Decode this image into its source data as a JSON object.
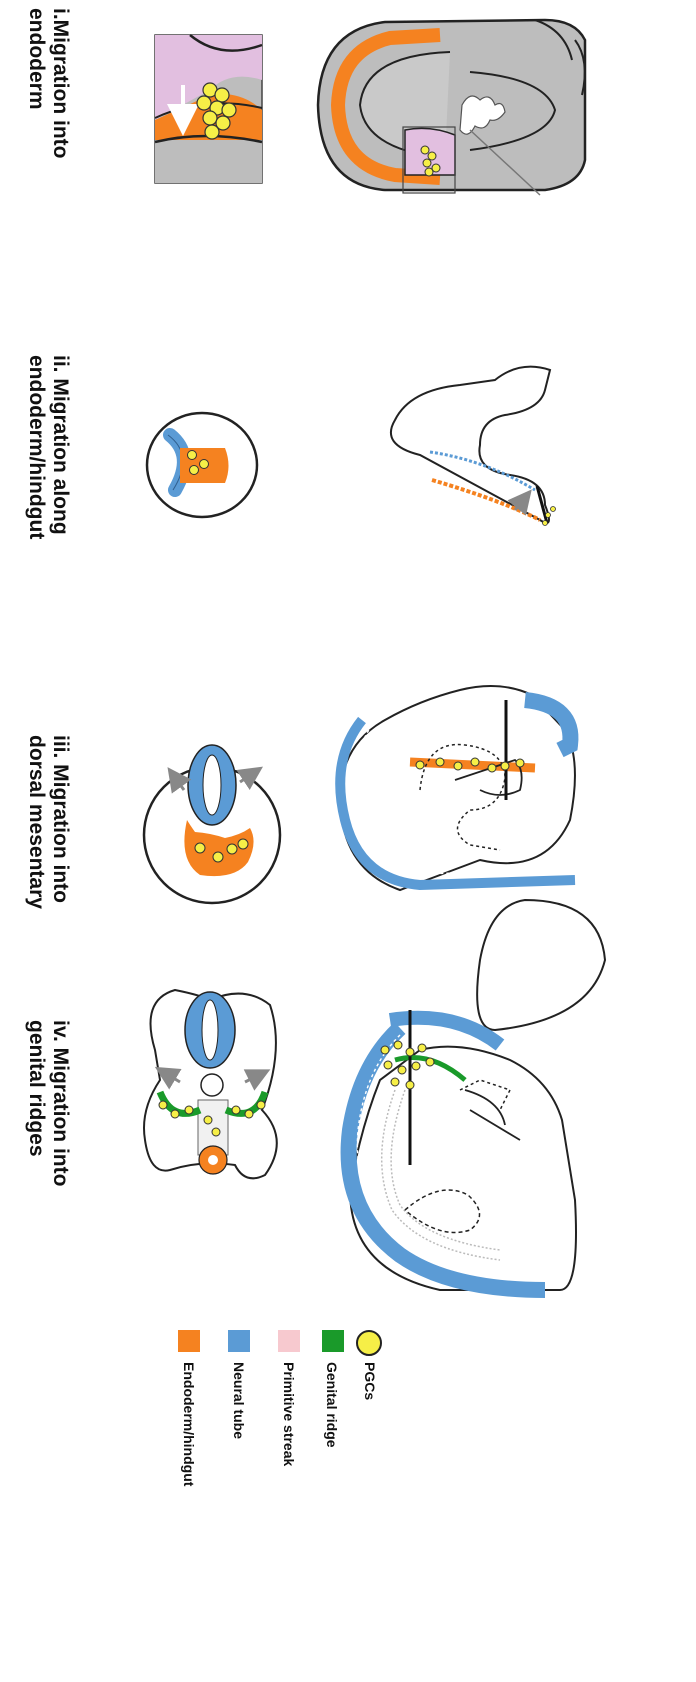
{
  "panels": [
    {
      "title_line1": "i.Migration into",
      "title_line2": "endoderm"
    },
    {
      "title_line1": "ii. Migration along",
      "title_line2": "endoderm/hindgut"
    },
    {
      "title_line1": "iii. Migration into",
      "title_line2": "dorsal mesentary"
    },
    {
      "title_line1": "iv. Migration into",
      "title_line2": "genital ridges"
    }
  ],
  "legend": [
    {
      "label": "PGCs",
      "color": "#f6ef47",
      "shape": "circle"
    },
    {
      "label": "Genital ridge",
      "color": "#1a9a2a",
      "shape": "square"
    },
    {
      "label": "Primitive streak",
      "color": "#f7c9cf",
      "shape": "square"
    },
    {
      "label": "Neural tube",
      "color": "#5b9bd5",
      "shape": "square"
    },
    {
      "label": "Endoderm/hindgut",
      "color": "#f58220",
      "shape": "square"
    }
  ]
}
